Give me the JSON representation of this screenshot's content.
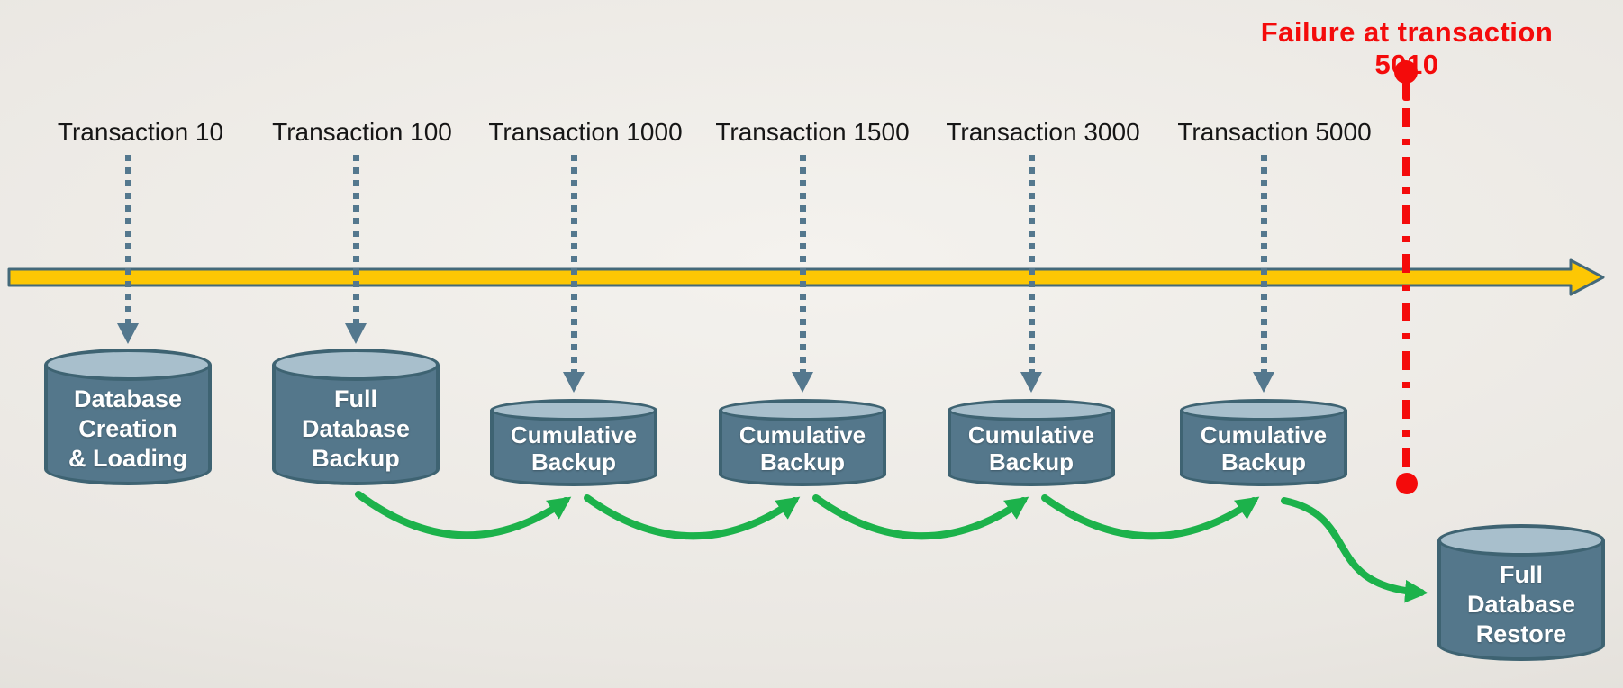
{
  "failure": {
    "label": "Failure at transaction 5010"
  },
  "transactions": [
    {
      "label": "Transaction 10"
    },
    {
      "label": "Transaction 100"
    },
    {
      "label": "Transaction 1000"
    },
    {
      "label": "Transaction 1500"
    },
    {
      "label": "Transaction 3000"
    },
    {
      "label": "Transaction 5000"
    }
  ],
  "cylinders": {
    "creation": "Database\nCreation\n& Loading",
    "full_backup": "Full\nDatabase\nBackup",
    "cumulative": "Cumulative\nBackup",
    "restore": "Full\nDatabase\nRestore"
  },
  "colors": {
    "timeline_fill": "#fdc704",
    "timeline_border": "#44697a",
    "slate_arrow": "#54788e",
    "cylinder_body": "#54778b",
    "cylinder_top": "#a8bfcc",
    "cylinder_border": "#3e6372",
    "green_arrow": "#1cb24b",
    "failure_red": "#f40b0b"
  }
}
